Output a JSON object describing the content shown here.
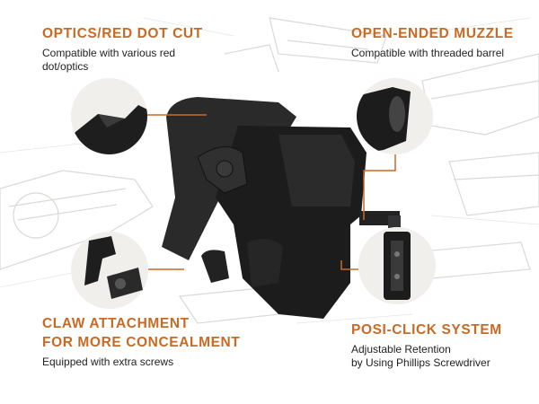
{
  "features": {
    "optics": {
      "title": "OPTICS/RED DOT CUT",
      "description": "Compatible with various red dot/optics"
    },
    "muzzle": {
      "title": "OPEN-ENDED MUZZLE",
      "description": "Compatible with threaded barrel"
    },
    "claw": {
      "title_line1": "CLAW ATTACHMENT",
      "title_line2": "FOR MORE CONCEALMENT",
      "description": "Equipped with extra screws"
    },
    "posi": {
      "title": "POSI-CLICK SYSTEM",
      "description_line1": "Adjustable Retention",
      "description_line2": "by Using Phillips Screwdriver"
    }
  },
  "colors": {
    "accent": "#c96a24",
    "text": "#1f1f1f",
    "holster": "#1c1c1c"
  },
  "icons": {
    "optics_detail": "optics-cut-closeup-icon",
    "muzzle_detail": "open-muzzle-closeup-icon",
    "claw_detail": "claw-attachment-closeup-icon",
    "posi_detail": "posi-click-closeup-icon"
  }
}
